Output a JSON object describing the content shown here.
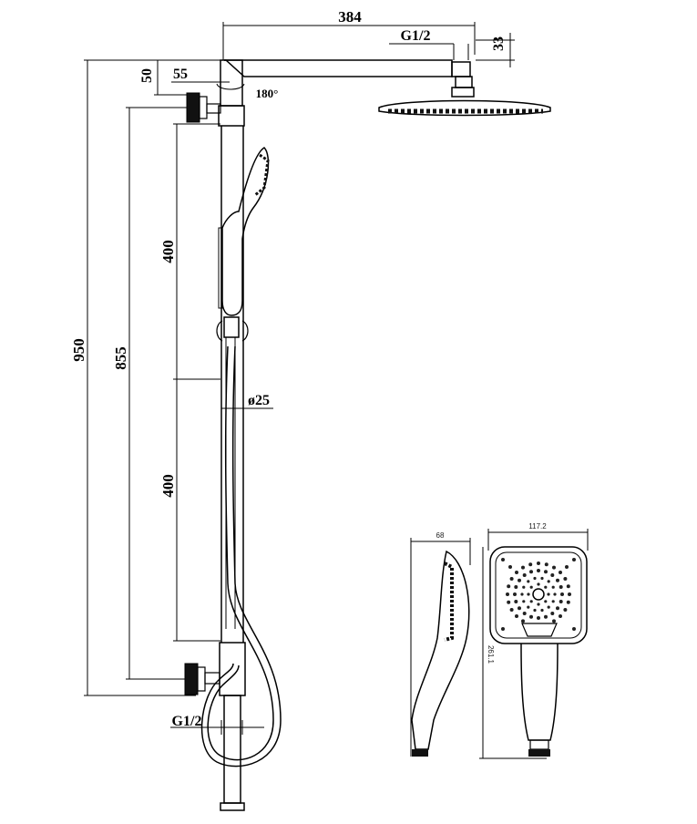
{
  "dimensions": {
    "arm_length": "384",
    "thread_top": "G1/2",
    "drop": "33",
    "offset_h": "50",
    "offset_w": "55",
    "rotation": "180°",
    "overall_height": "950",
    "inlet_height": "855",
    "rail_upper": "400",
    "rail_lower": "400",
    "pipe_diameter": "ø25",
    "thread_bottom": "G1/2"
  },
  "handshower": {
    "depth": "68",
    "width": "117.2",
    "length": "261.1"
  },
  "colors": {
    "line": "#000000",
    "background": "#ffffff",
    "fill_dark": "#111111"
  }
}
